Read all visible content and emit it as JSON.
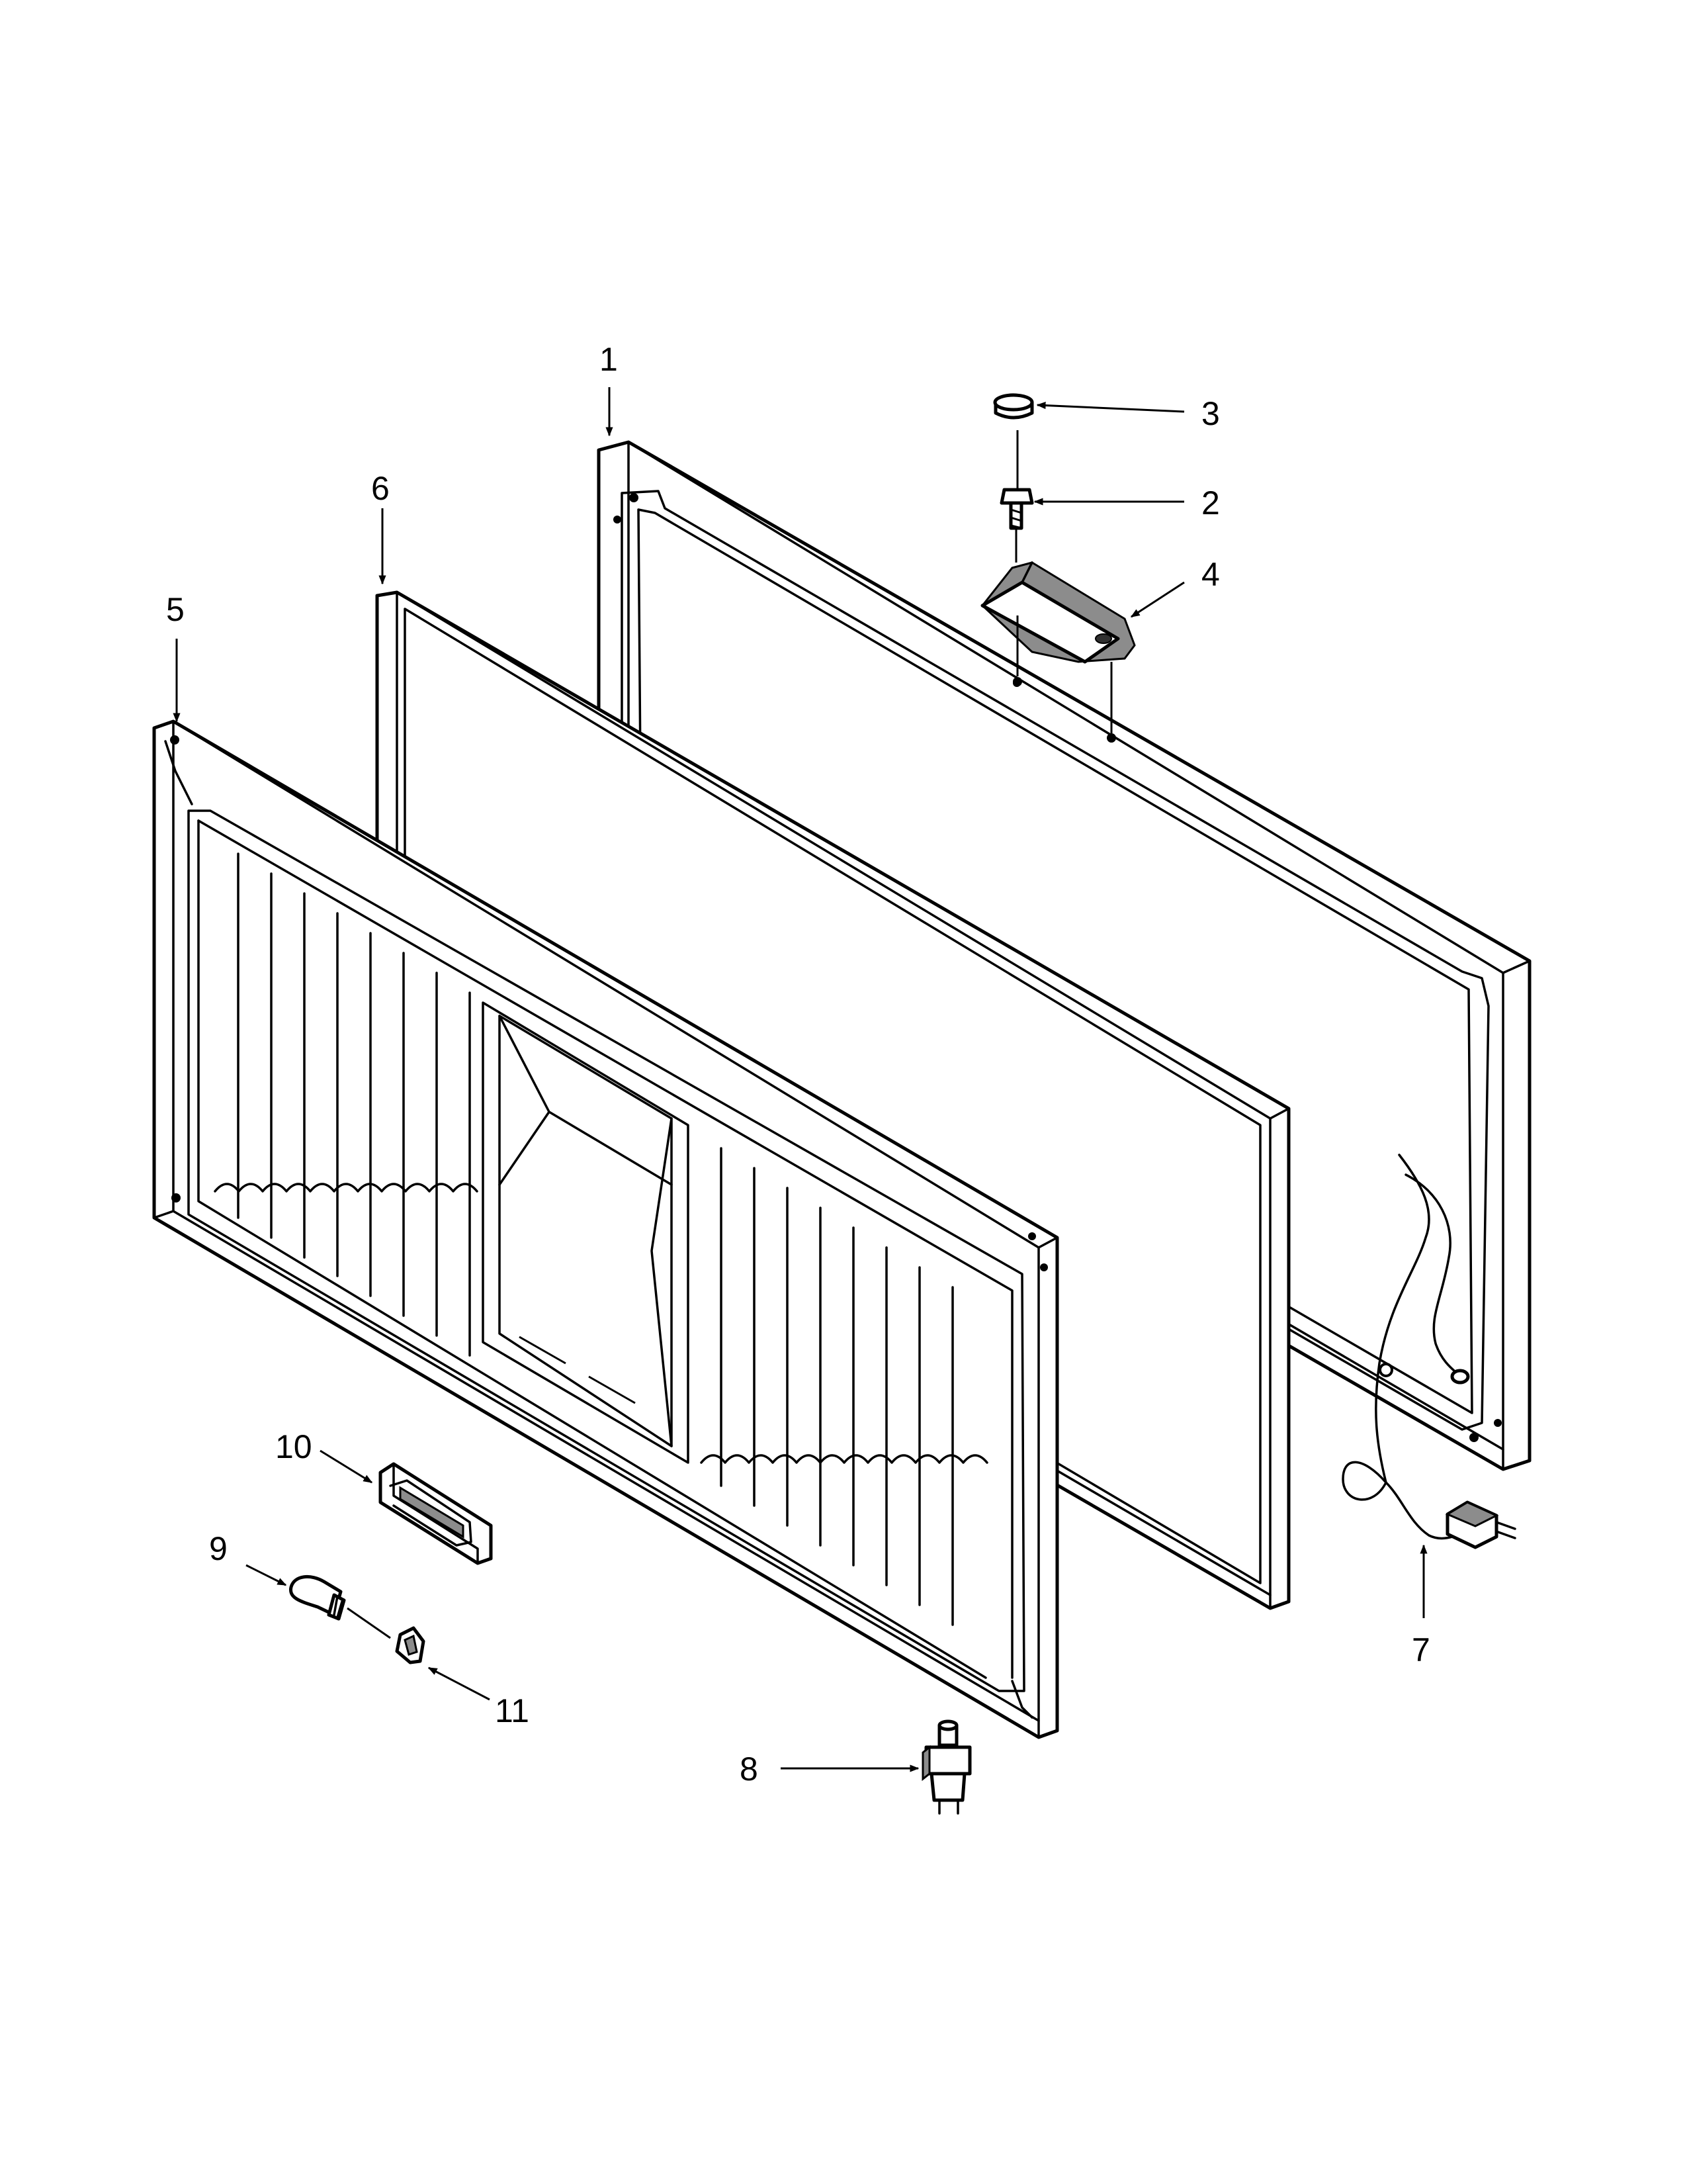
{
  "diagram": {
    "parts": [
      {
        "id": "part-1",
        "label": "1"
      },
      {
        "id": "part-2",
        "label": "2"
      },
      {
        "id": "part-3",
        "label": "3"
      },
      {
        "id": "part-4",
        "label": "4"
      },
      {
        "id": "part-5",
        "label": "5"
      },
      {
        "id": "part-6",
        "label": "6"
      },
      {
        "id": "part-7",
        "label": "7"
      },
      {
        "id": "part-8",
        "label": "8"
      },
      {
        "id": "part-9",
        "label": "9"
      },
      {
        "id": "part-10",
        "label": "10"
      },
      {
        "id": "part-11",
        "label": "11"
      }
    ],
    "colors": {
      "line": "#000000",
      "background": "#ffffff",
      "shade": "#8c8c8c"
    }
  }
}
